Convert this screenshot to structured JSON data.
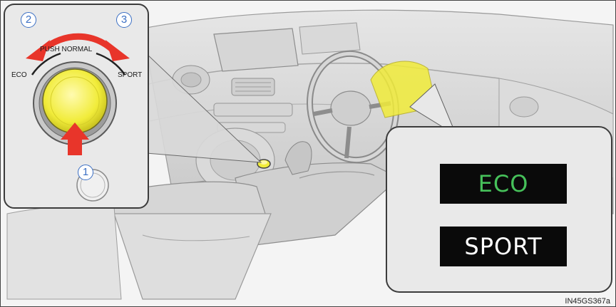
{
  "callouts": {
    "step_1": "1",
    "step_2": "2",
    "step_3": "3"
  },
  "switch": {
    "top_text": "PUSH NORMAL",
    "left_label": "ECO",
    "right_label": "SPORT"
  },
  "indicators": {
    "eco": {
      "text": "ECO",
      "color": "#46c15a"
    },
    "sport": {
      "text": "SPORT",
      "color": "#ffffff"
    }
  },
  "figure_id": "IN45GS367a",
  "colors": {
    "arrow": "#e8352a",
    "knob": "#f1ec3a",
    "callout": "#3b6fc4"
  }
}
